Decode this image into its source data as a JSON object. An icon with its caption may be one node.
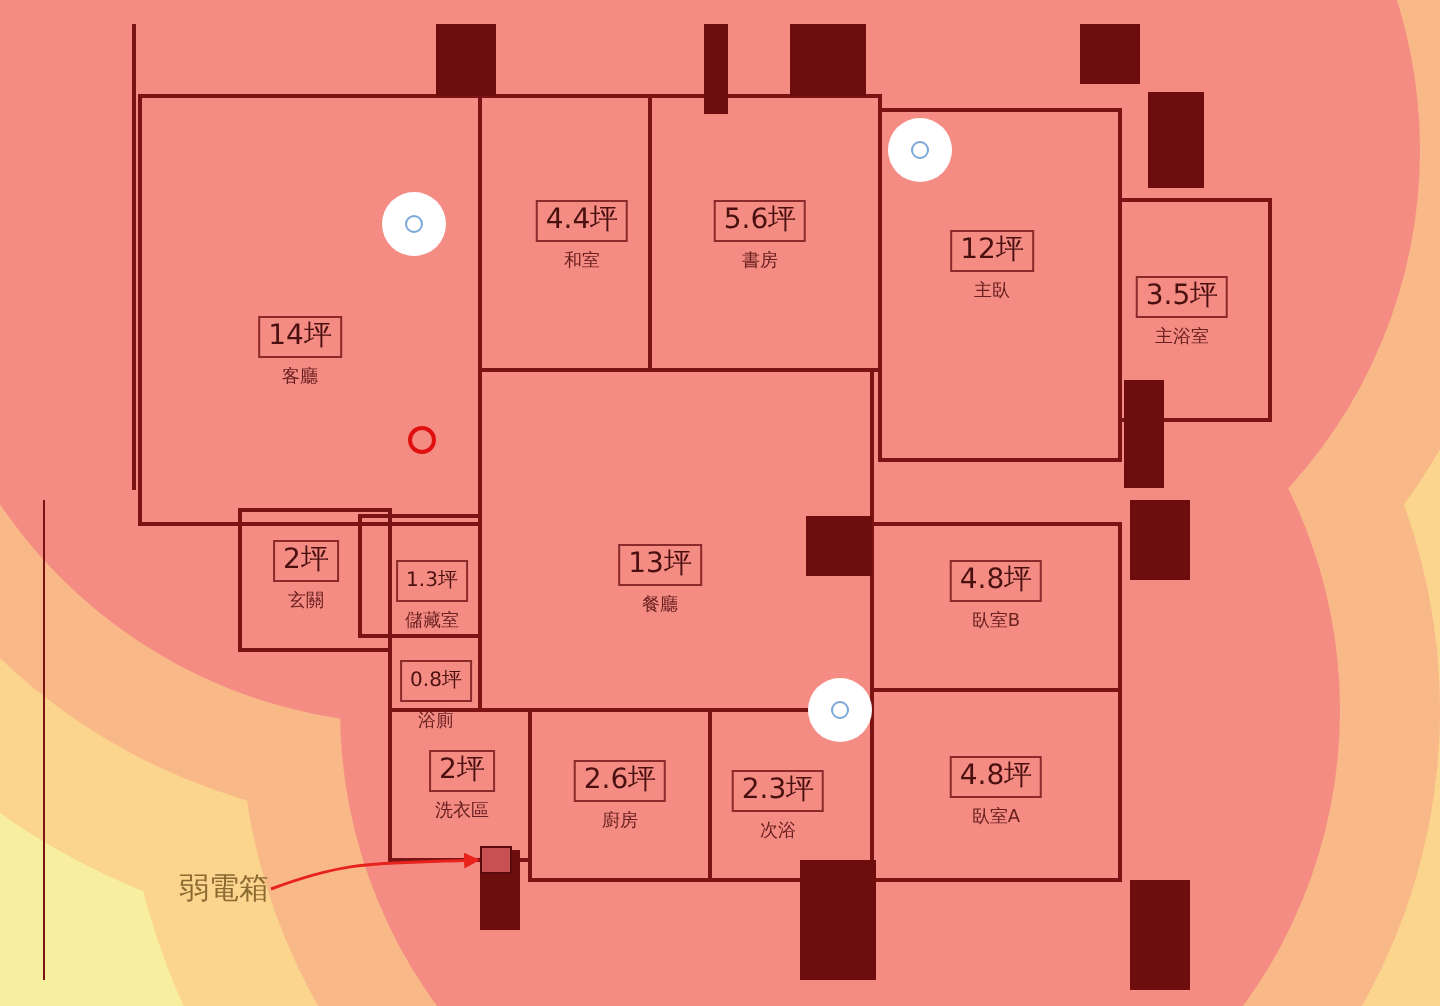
{
  "diagram": {
    "nodes": [
      {
        "text": [
          "14坪",
          "客廳"
        ]
      },
      {
        "text": [
          "4.4坪",
          "和室"
        ]
      },
      {
        "text": [
          "5.6坪",
          "書房"
        ]
      },
      {
        "text": [
          "12坪",
          "主臥"
        ]
      },
      {
        "text": [
          "3.5坪",
          "主浴室"
        ]
      },
      {
        "text": [
          "2坪",
          "玄關"
        ]
      },
      {
        "text": [
          "1.3坪",
          "儲藏室"
        ]
      },
      {
        "text": [
          "13坪",
          "餐廳"
        ]
      },
      {
        "text": [
          "4.8坪",
          "臥室B"
        ]
      },
      {
        "text": [
          "0.8坪",
          "浴廁"
        ]
      },
      {
        "text": [
          "2坪",
          "洗衣區"
        ]
      },
      {
        "text": [
          "2.6坪",
          "廚房"
        ]
      },
      {
        "text": [
          "2.3坪",
          "次浴"
        ]
      },
      {
        "text": [
          "4.8坪",
          "臥室A"
        ]
      },
      {
        "text": [
          "弱電箱"
        ]
      },
      {
        "text": [],
        "shape": "box"
      }
    ],
    "edges": [
      {
        "from": 14,
        "to": 15,
        "arrow": "to",
        "color": "#e8231e"
      }
    ]
  }
}
